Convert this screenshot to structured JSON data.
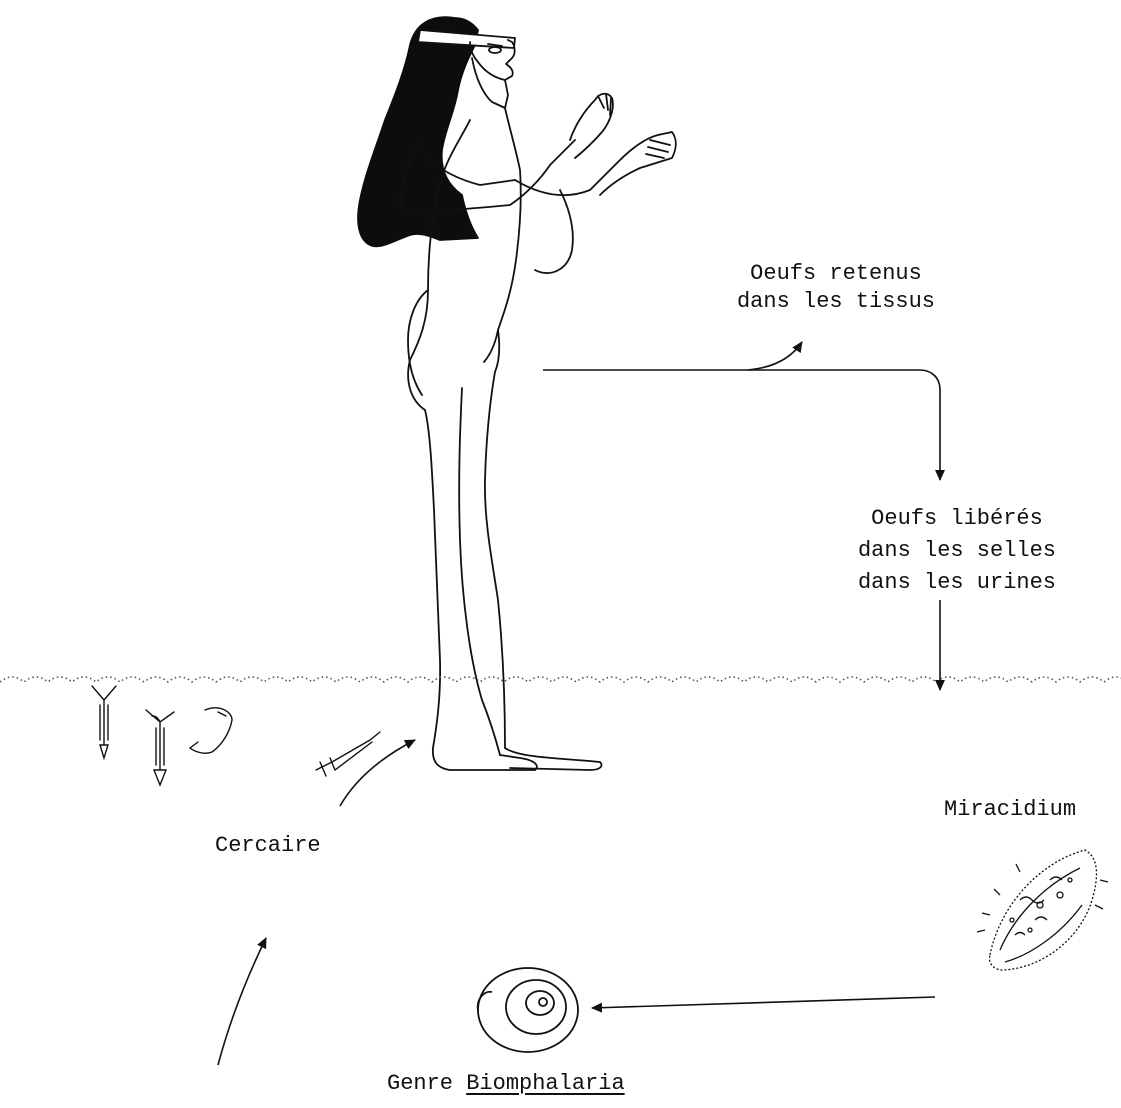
{
  "labels": {
    "eggs_retained_line1": "Oeufs retenus",
    "eggs_retained_line2": "dans les tissus",
    "eggs_released_line1": "Oeufs libérés",
    "eggs_released_line2": "dans les selles",
    "eggs_released_line3": "dans les urines",
    "miracidium": "Miracidium",
    "cercaire": "Cercaire",
    "genre_prefix": "Genre",
    "genre_name": "Biomphalaria"
  },
  "colors": {
    "ink": "#111111",
    "hair": "#0d0d0d",
    "water": "#555555",
    "background": "#ffffff"
  }
}
